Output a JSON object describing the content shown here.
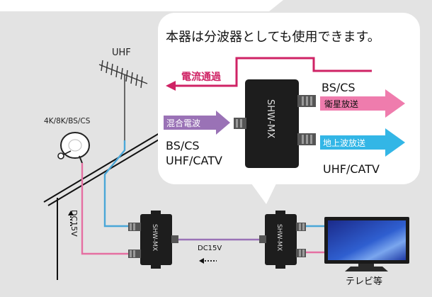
{
  "colors": {
    "background": "#e3e3e3",
    "uhf_cable": "#4aa7d8",
    "bs_cable": "#e56fa2",
    "mixed_cable": "#9a72b6",
    "current_arrow": "#cf2365",
    "bs_arrow": "#ef7cad",
    "uhf_arrow": "#33b6e6",
    "device": "#1d1d1d",
    "bubble": "#ffffff"
  },
  "labels": {
    "uhf": "UHF",
    "sat_bands": "4K/8K/BS/CS",
    "dc15v_vertical": "DC15V",
    "dc15v_horizontal": "DC15V",
    "tv": "テレビ等"
  },
  "bubble": {
    "headline": "本器は分波器としても使用できます。",
    "current": "電流通過",
    "mixed": "混合電波",
    "input_bands": "BS/CS",
    "input_bands2": "UHF/CATV",
    "output_top": "BS/CS",
    "satellite": "衛星放送",
    "terrestrial": "地上波放送",
    "output_bottom": "UHF/CATV"
  },
  "device": {
    "model": "SHW-MX"
  }
}
